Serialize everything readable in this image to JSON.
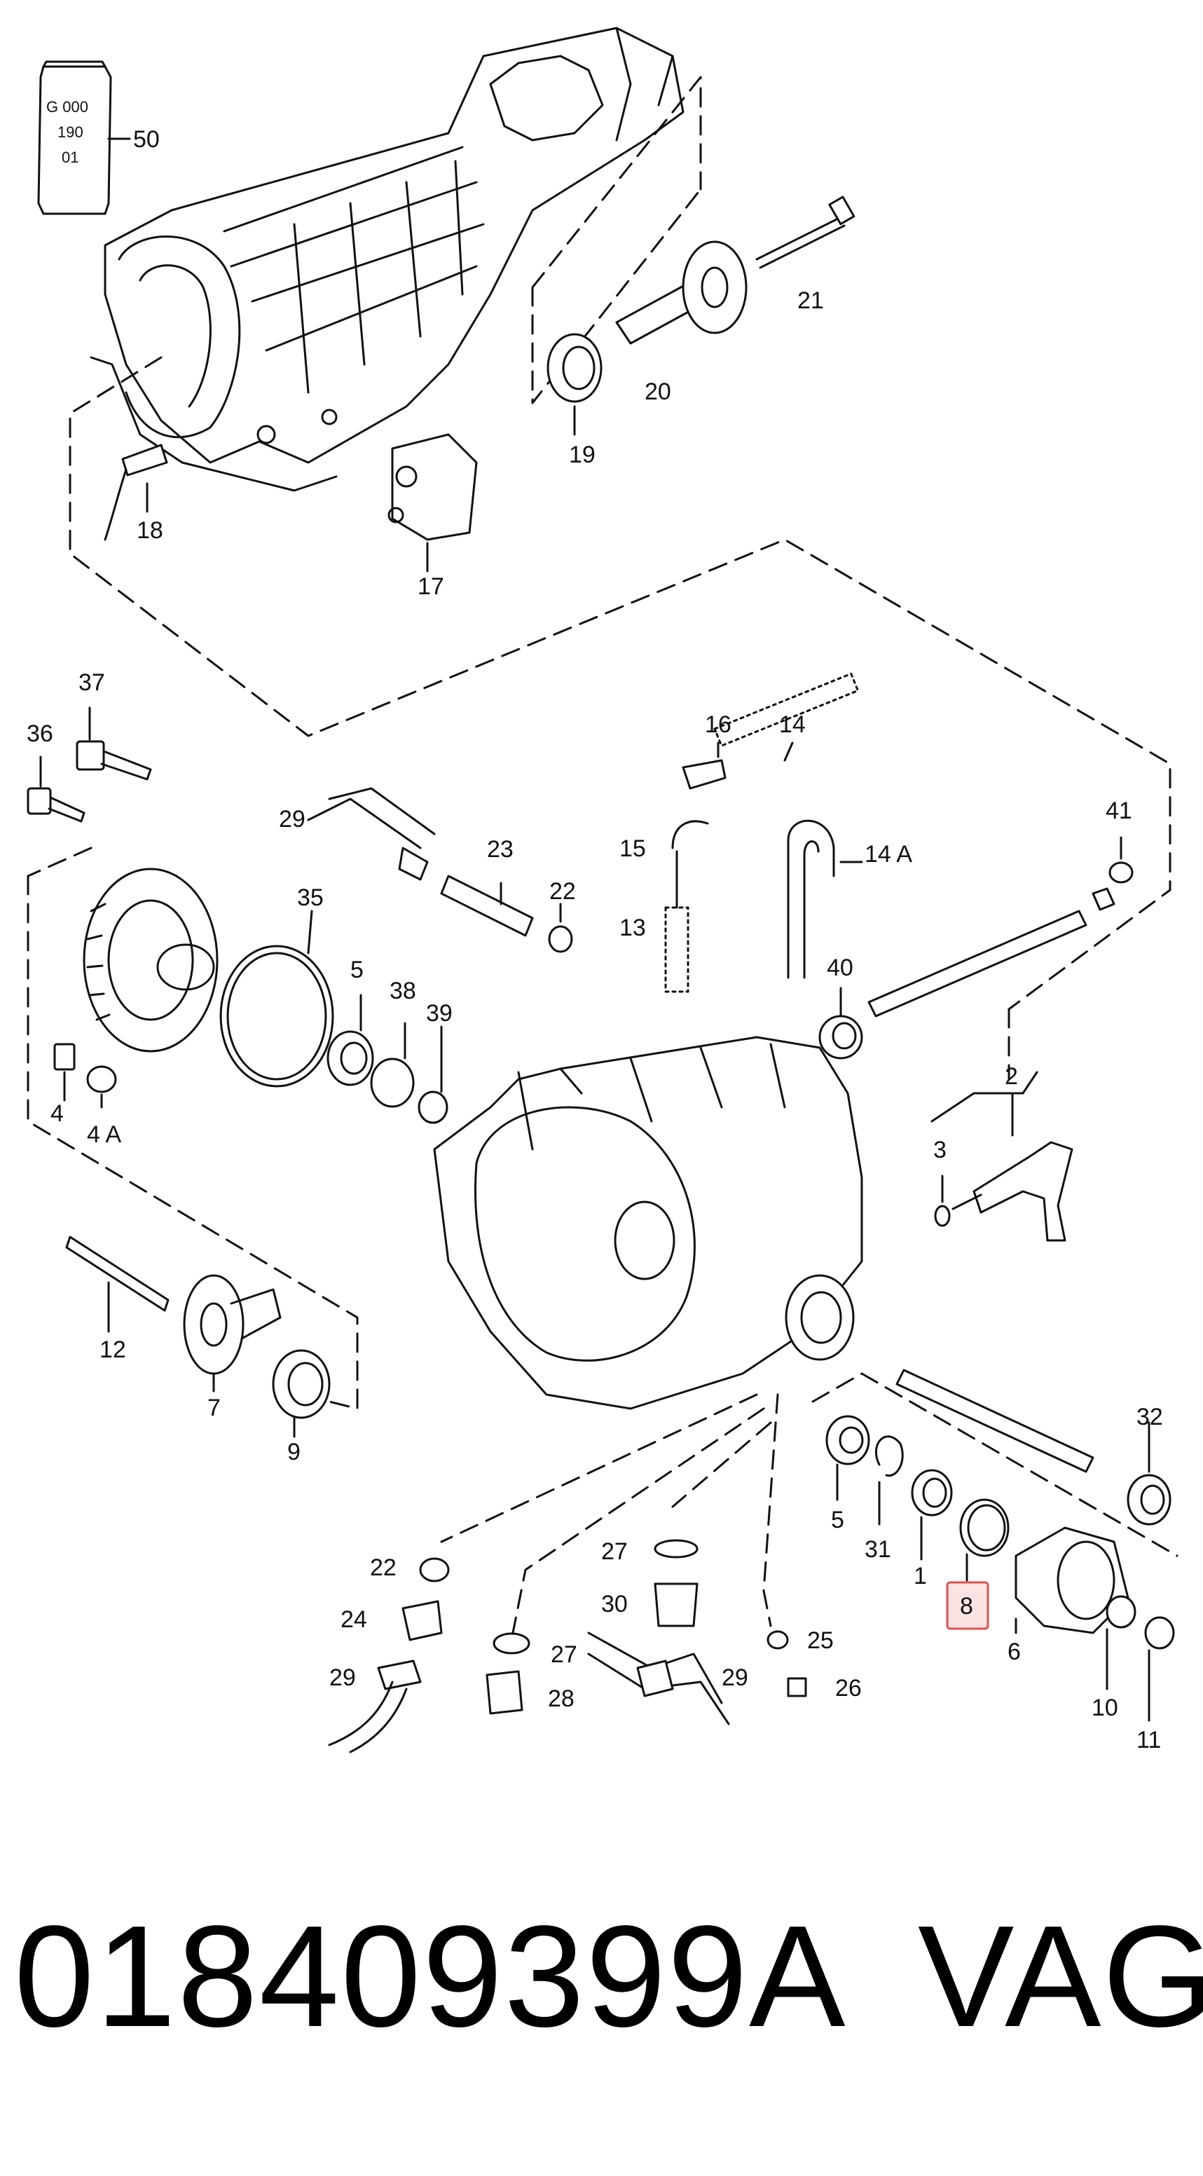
{
  "tube_label": [
    "G 000",
    "190",
    "01"
  ],
  "callouts": {
    "p50": "50",
    "p21": "21",
    "p20": "20",
    "p19": "19",
    "p18": "18",
    "p17": "17",
    "p37": "37",
    "p36": "36",
    "p16": "16",
    "p14": "14",
    "p29a": "29",
    "p23": "23",
    "p22a": "22",
    "p15": "15",
    "p14a": "14 A",
    "p41": "41",
    "p13": "13",
    "p35": "35",
    "p5a": "5",
    "p38": "38",
    "p39": "39",
    "p40": "40",
    "p2": "2",
    "p3": "3",
    "p4": "4",
    "p4a": "4 A",
    "p12": "12",
    "p7": "7",
    "p9": "9",
    "p32": "32",
    "p5b": "5",
    "p31": "31",
    "p1": "1",
    "p8": "8",
    "p6": "6",
    "p10": "10",
    "p11": "11",
    "p22b": "22",
    "p27a": "27",
    "p30": "30",
    "p24": "24",
    "p27b": "27",
    "p29b": "29",
    "p25": "25",
    "p29c": "29",
    "p28": "28",
    "p26": "26"
  },
  "highlight": {
    "part": "8",
    "border_color": "#d9534f",
    "fill_color": "#fbe3e3"
  },
  "caption": {
    "part_number": "018409399A",
    "brand": "VAG"
  }
}
